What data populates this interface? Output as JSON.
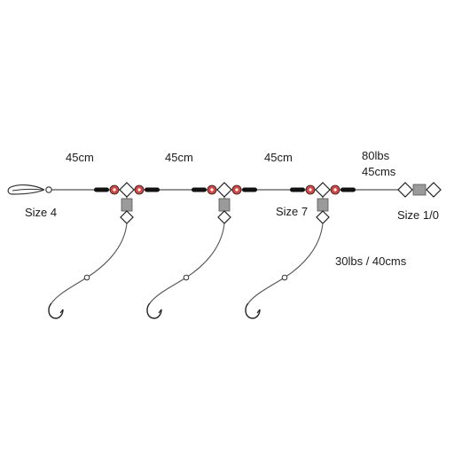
{
  "diagram": {
    "labels": {
      "segment_1": "45cm",
      "segment_2": "45cm",
      "segment_3": "45cm",
      "main_line_strength": "80lbs",
      "main_line_length": "45cms",
      "snap_size": "Size 4",
      "swivel_size": "Size 7",
      "end_swivel_size": "Size 1/0",
      "snood_spec": "30lbs / 40cms"
    },
    "colors": {
      "line": "#555555",
      "bead": "#d8443f",
      "crimp": "#111111",
      "swivel": "#9a9a9a"
    },
    "components": {
      "hooks": 3,
      "droppers": 3
    }
  }
}
